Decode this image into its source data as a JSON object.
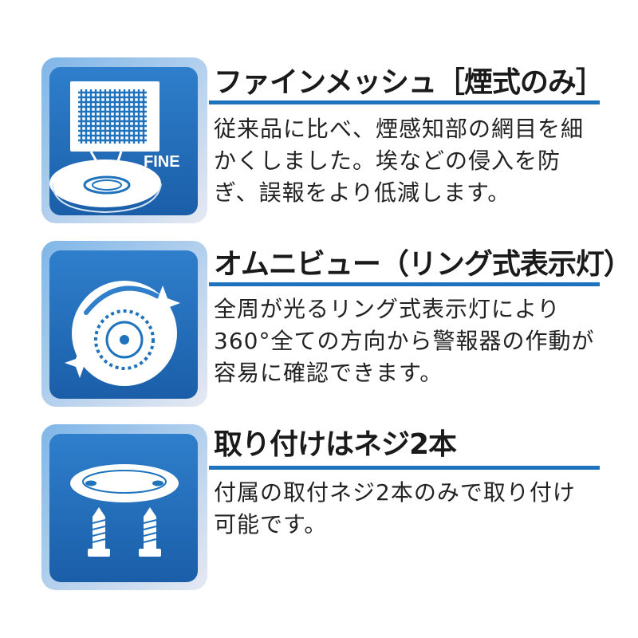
{
  "features": [
    {
      "title": "ファインメッシュ［煙式のみ］",
      "description": "従来品に比べ、煙感知部の網目を細かくしました。埃などの侵入を防ぎ、誤報をより低減します。",
      "icon": "fine-mesh-icon",
      "icon_label": "FINE"
    },
    {
      "title": "オムニビュー（リング式表示灯）",
      "description": "全周が光るリング式表示灯により360°全ての方向から警報器の作動が容易に確認できます。",
      "icon": "ring-indicator-icon"
    },
    {
      "title": "取り付けはネジ2本",
      "description": "付属の取付ネジ2本のみで取り付け可能です。",
      "icon": "screws-icon"
    }
  ],
  "colors": {
    "accent": "#1f73bd",
    "tile_dark": "#1a5ea8",
    "tile_light": "#5aa0df"
  }
}
